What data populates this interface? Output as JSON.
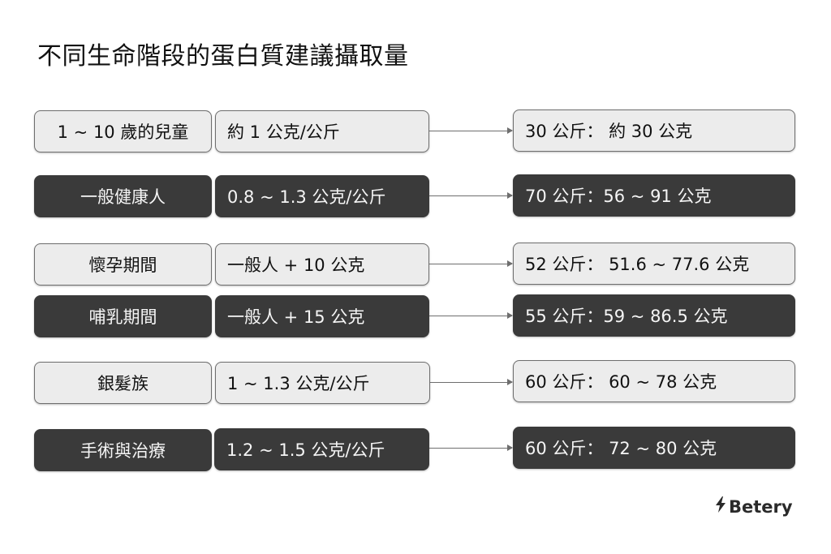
{
  "title": "不同生命階段的蛋白質建議攝取量",
  "rows": [
    {
      "label": "1 ~ 10 歲的兒童",
      "rule": "約 1 公克/公斤",
      "example": "30 公斤： 約 30 公克",
      "theme": "light"
    },
    {
      "label": "一般健康人",
      "rule": "0.8 ~ 1.3 公克/公斤",
      "example": "70 公斤：56 ~ 91 公克",
      "theme": "dark"
    },
    {
      "label": "懷孕期間",
      "rule": "一般人 + 10 公克",
      "example": "52 公斤： 51.6 ~ 77.6 公克",
      "theme": "light"
    },
    {
      "label": "哺乳期間",
      "rule": "一般人 + 15 公克",
      "example": "55 公斤：59 ~ 86.5 公克",
      "theme": "dark"
    },
    {
      "label": "銀髮族",
      "rule": "1 ~ 1.3 公克/公斤",
      "example": "60 公斤： 60 ~ 78 公克",
      "theme": "light"
    },
    {
      "label": "手術與治療",
      "rule": "1.2 ~ 1.5 公克/公斤",
      "example": "60 公斤： 72 ~ 80 公克",
      "theme": "dark"
    }
  ],
  "brand": {
    "name": "Betery",
    "icon": "lightning-bolt-icon"
  },
  "colors": {
    "light_fill": "#ececec",
    "dark_fill": "#3a3a3a",
    "border": "#6e6e6e",
    "arrow": "#6e6e6e"
  }
}
